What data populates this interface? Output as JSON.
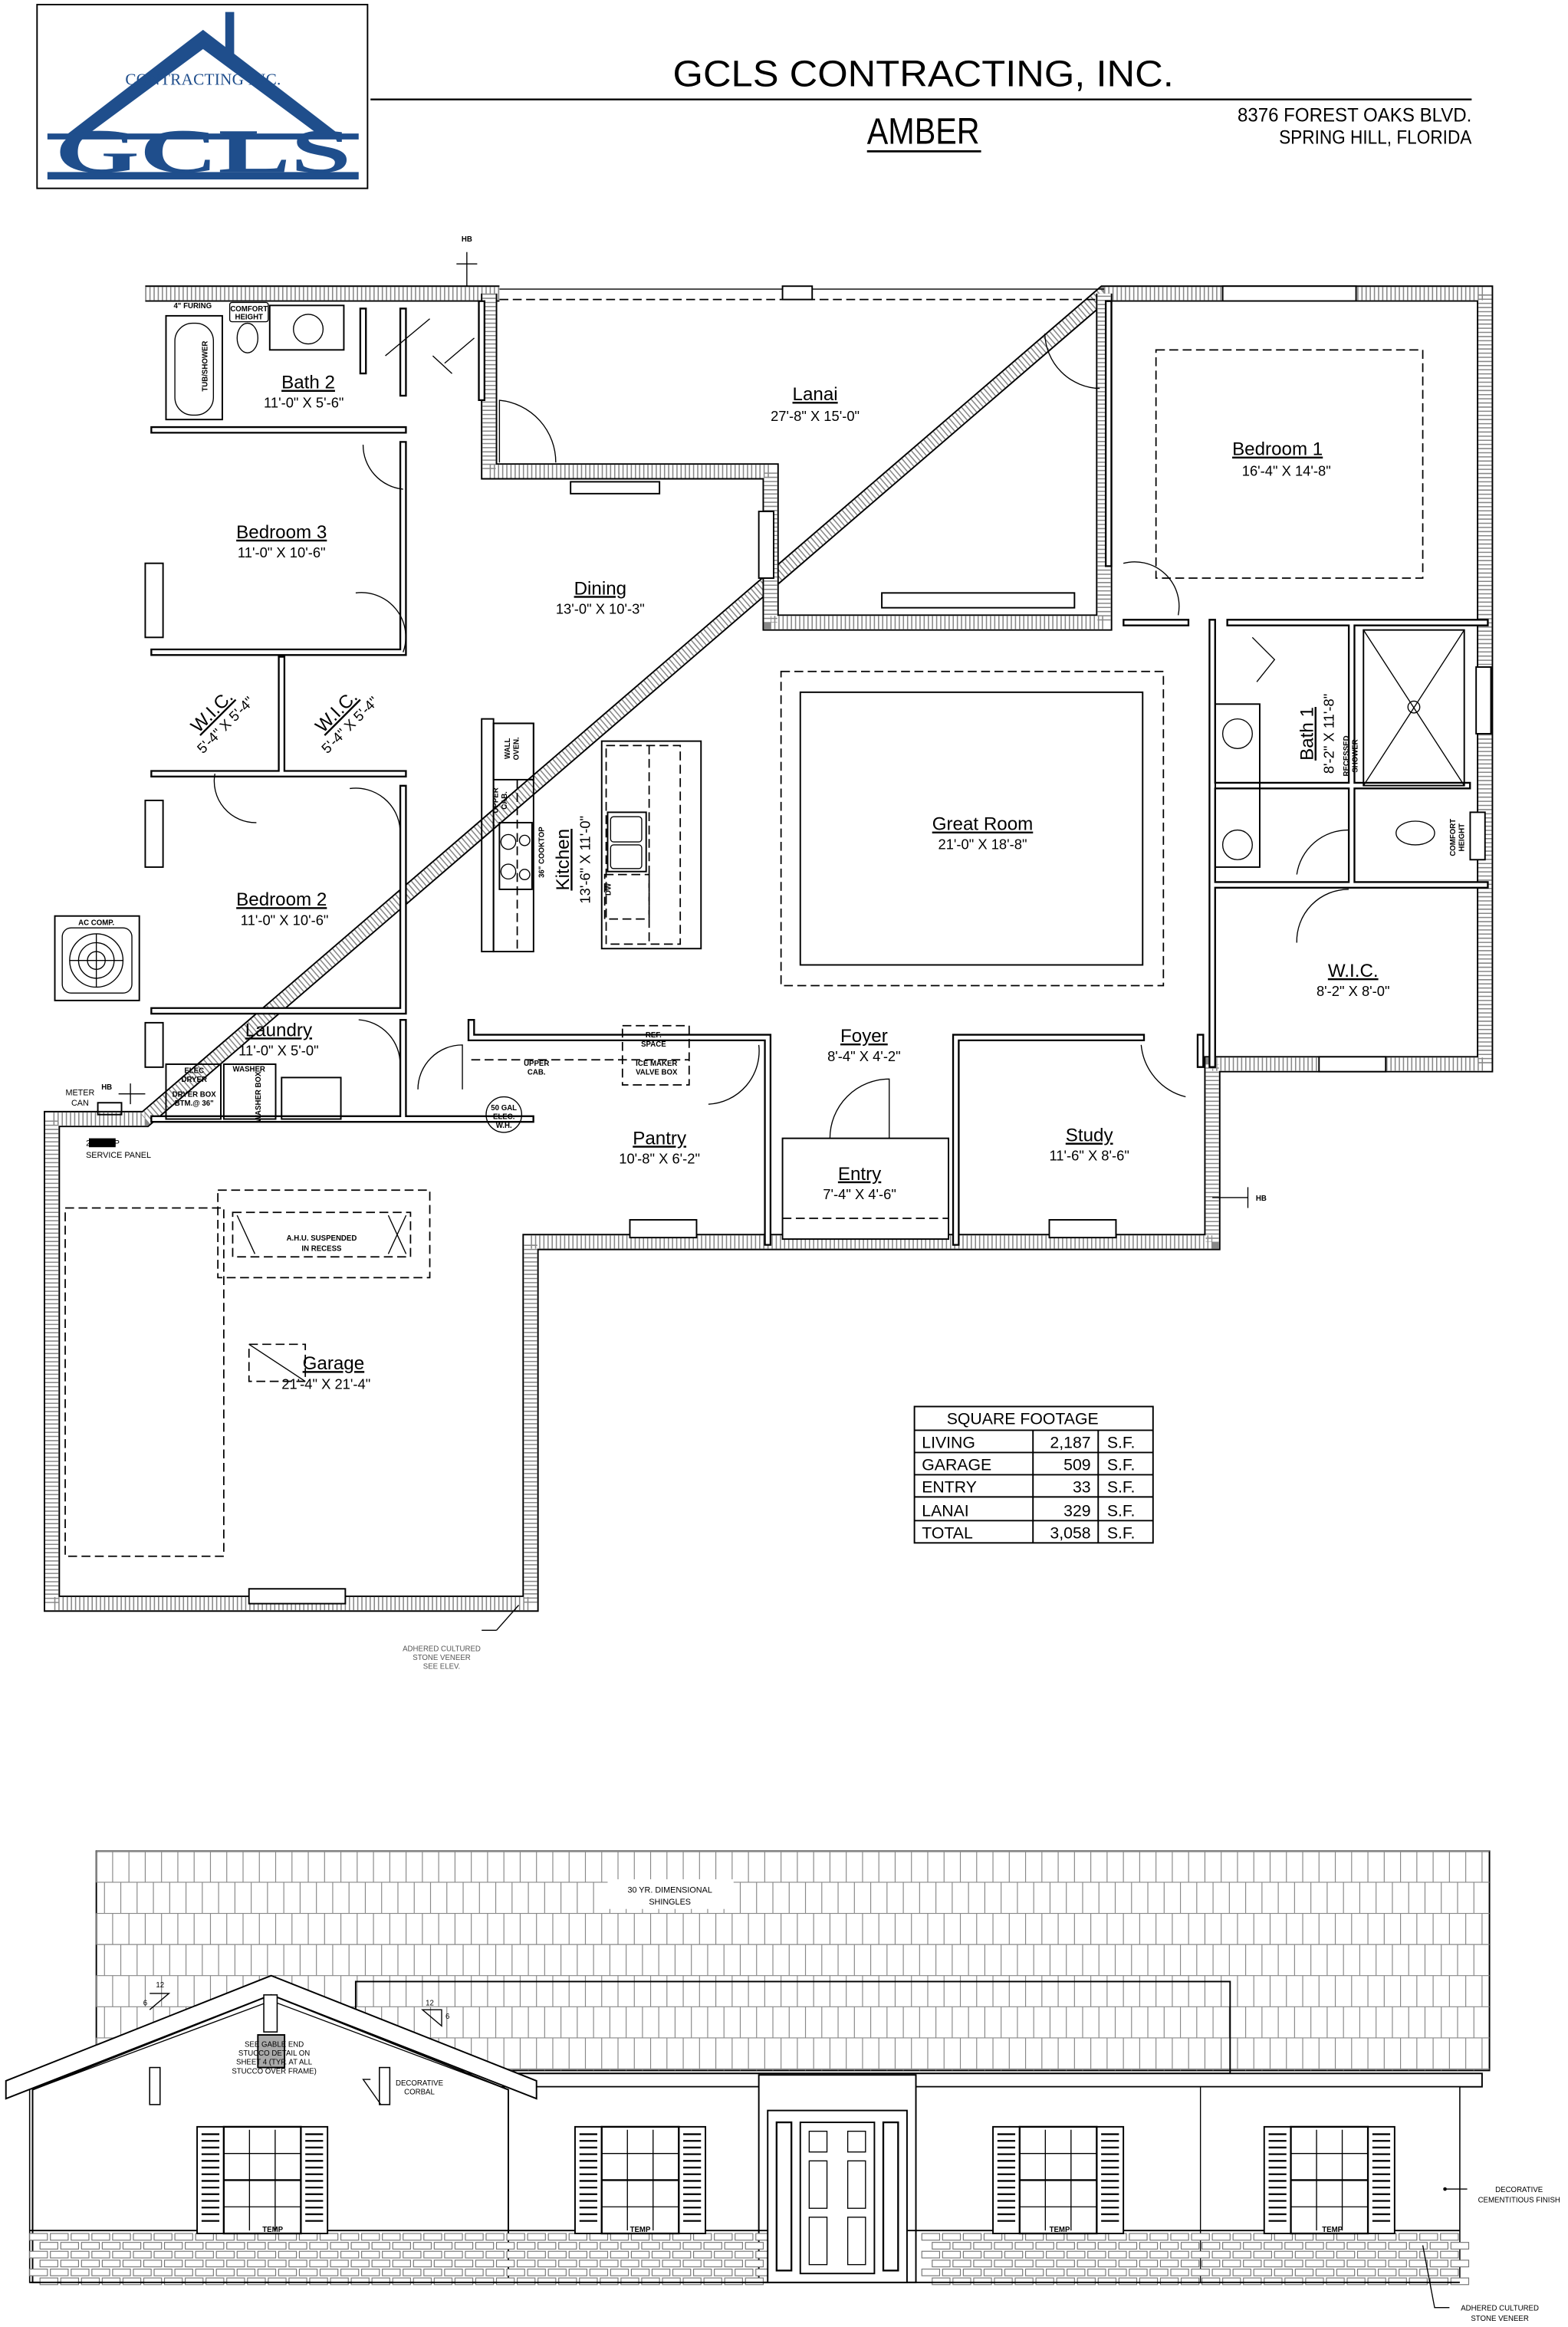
{
  "header": {
    "company": "GCLS CONTRACTING, INC.",
    "plan_name": "AMBER",
    "address_line1": "8376 FOREST OAKS BLVD.",
    "address_line2": "SPRING HILL, FLORIDA",
    "logo_tagline": "CONTRACTING INC.",
    "logo_letters": "GCLS",
    "logo_color": "#1f4e8c"
  },
  "rooms": {
    "bath2": {
      "name": "Bath 2",
      "size": "11'-0\" X 5'-6\""
    },
    "bedroom3": {
      "name": "Bedroom 3",
      "size": "11'-0\" X 10'-6\""
    },
    "lanai": {
      "name": "Lanai",
      "size": "27'-8\" X 15'-0\""
    },
    "dining": {
      "name": "Dining",
      "size": "13'-0\" X 10'-3\""
    },
    "bedroom1": {
      "name": "Bedroom 1",
      "size": "16'-4\" X 14'-8\""
    },
    "wic_left": {
      "name": "W.I.C.",
      "size": "5'-4\" X 5'-4\""
    },
    "wic_right": {
      "name": "W.I.C.",
      "size": "5'-4\" X 5'-4\""
    },
    "kitchen": {
      "name": "Kitchen",
      "size": "13'-6\" X 11'-0\""
    },
    "great_room": {
      "name": "Great Room",
      "size": "21'-0\" X 18'-8\""
    },
    "bath1": {
      "name": "Bath 1",
      "size": "8'-2\" X 11'-8\""
    },
    "bedroom2": {
      "name": "Bedroom 2",
      "size": "11'-0\" X 10'-6\""
    },
    "wic_master": {
      "name": "W.I.C.",
      "size": "8'-2\" X 8'-0\""
    },
    "laundry": {
      "name": "Laundry",
      "size": "11'-0\" X 5'-0\""
    },
    "foyer": {
      "name": "Foyer",
      "size": "8'-4\" X 4'-2\""
    },
    "pantry": {
      "name": "Pantry",
      "size": "10'-8\" X 6'-2\""
    },
    "study": {
      "name": "Study",
      "size": "11'-6\" X 8'-6\""
    },
    "entry": {
      "name": "Entry",
      "size": "7'-4\" X 4'-6\""
    },
    "garage": {
      "name": "Garage",
      "size": "21'-4\" X 21'-4\""
    }
  },
  "fixtures": {
    "furring": "4\" FURING",
    "comfort_height_1": "COMFORT",
    "comfort_height_2": "HEIGHT",
    "tub_shower": "TUB/SHOWER",
    "wall_oven_1": "WALL",
    "wall_oven_2": "OVEN.",
    "upper_cab_1": "UPPER",
    "upper_cab_2": "CAB.",
    "cooktop": "36\" COOKTOP",
    "dw": "DW",
    "ref_space_1": "REF.",
    "ref_space_2": "SPACE",
    "ice_maker_1": "ICE MAKER",
    "ice_maker_2": "VALVE BOX",
    "recessed_shower_1": "RECESSED",
    "recessed_shower_2": "SHOWER",
    "ac_comp": "AC COMP.",
    "meter_1": "METER",
    "meter_2": "CAN",
    "hb": "HB",
    "panel_1": "200 AMP",
    "panel_2": "SERVICE PANEL",
    "dryer_1": "ELEC",
    "dryer_2": "DRYER",
    "dryer_box_1": "DRYER BOX",
    "dryer_box_2": "BTM.@ 36\"",
    "washer": "WASHER",
    "washer_box": "WASHER BOX",
    "wh_1": "50 GAL",
    "wh_2": "ELEC.",
    "wh_3": "W.H.",
    "ahu_1": "A.H.U. SUSPENDED",
    "ahu_2": "IN RECESS",
    "veneer_1": "ADHERED CULTURED",
    "veneer_2": "STONE VENEER",
    "veneer_3": "SEE ELEV."
  },
  "square_footage": {
    "title": "SQUARE FOOTAGE",
    "unit": "S.F.",
    "rows": [
      {
        "label": "LIVING",
        "value": "2,187"
      },
      {
        "label": "GARAGE",
        "value": "509"
      },
      {
        "label": "ENTRY",
        "value": "33"
      },
      {
        "label": "LANAI",
        "value": "329"
      },
      {
        "label": "TOTAL",
        "value": "3,058"
      }
    ]
  },
  "elevation": {
    "shingles_1": "30 YR. DIMENSIONAL",
    "shingles_2": "SHINGLES",
    "pitch_run": "12",
    "pitch_rise": "6",
    "gable_note": [
      "SEE GABLE END",
      "STUCCO DETAIL ON",
      "SHEET 4 (TYP. AT ALL",
      "STUCCO OVER FRAME)"
    ],
    "corbal_1": "DECORATIVE",
    "corbal_2": "CORBAL",
    "temp": "TEMP",
    "finish_1": "DECORATIVE",
    "finish_2": "CEMENTITIOUS FINISH",
    "stone_1": "ADHERED CULTURED",
    "stone_2": "STONE VENEER"
  }
}
